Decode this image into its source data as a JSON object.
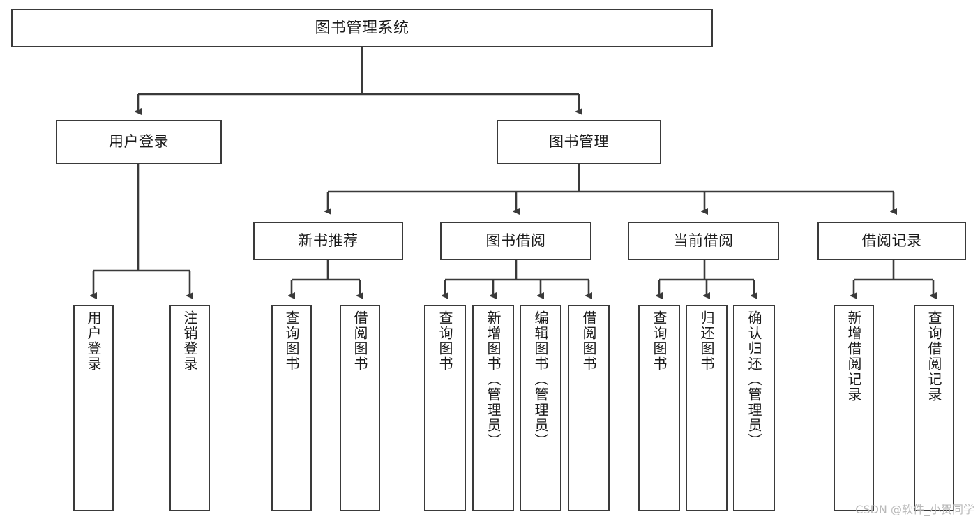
{
  "diagram": {
    "type": "tree",
    "title": "图书管理系统",
    "watermark": "CSDN @软件_小贺同学",
    "colors": {
      "background": "#ffffff",
      "box_fill": "#ffffff",
      "box_border": "#3a3a3a",
      "connector": "#3a3a3a",
      "text": "#1b1b1b",
      "watermark": "#b9b9b9"
    },
    "nodes": {
      "root": {
        "label": "图书管理系统"
      },
      "level1": [
        {
          "label": "用户登录"
        },
        {
          "label": "图书管理"
        }
      ],
      "level2": [
        {
          "label": "新书推荐"
        },
        {
          "label": "图书借阅"
        },
        {
          "label": "当前借阅"
        },
        {
          "label": "借阅记录"
        }
      ],
      "leaves": {
        "user_login": [
          {
            "label": "用户登录"
          },
          {
            "label": "注销登录"
          }
        ],
        "new_book_recommend": [
          {
            "label": "查询图书"
          },
          {
            "label": "借阅图书"
          }
        ],
        "book_borrow": [
          {
            "label": "查询图书"
          },
          {
            "label": "新增图书（管理员）"
          },
          {
            "label": "编辑图书（管理员）"
          },
          {
            "label": "借阅图书"
          }
        ],
        "current_borrow": [
          {
            "label": "查询图书"
          },
          {
            "label": "归还图书"
          },
          {
            "label": "确认归还（管理员）"
          }
        ],
        "borrow_record": [
          {
            "label": "新增借阅记录"
          },
          {
            "label": "查询借阅记录"
          }
        ]
      }
    }
  }
}
